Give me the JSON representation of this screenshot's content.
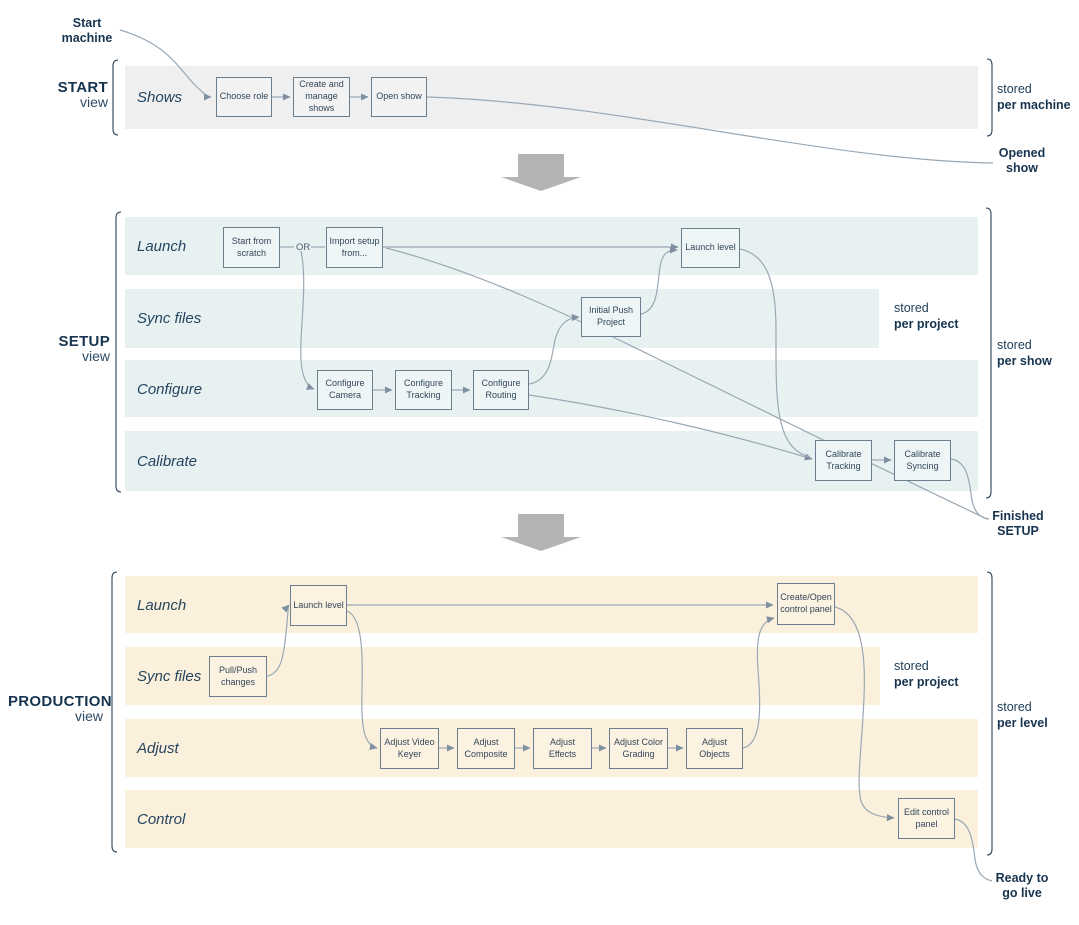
{
  "start_view": {
    "label": "START",
    "view_word": "view",
    "row_shows": "Shows",
    "box_choose_role": "Choose role",
    "box_create_manage": "Create and manage shows",
    "box_open_show": "Open show",
    "stored_machine_prefix": "stored",
    "stored_machine_value": "per machine",
    "label_start_machine": "Start machine",
    "label_opened_show": "Opened show"
  },
  "setup_view": {
    "label": "SETUP",
    "view_word": "view",
    "rows": {
      "launch": "Launch",
      "sync": "Sync files",
      "configure": "Configure",
      "calibrate": "Calibrate"
    },
    "boxes": {
      "start_scratch": "Start from scratch",
      "import_setup": "Import setup from...",
      "launch_level": "Launch level",
      "initial_push": "Initial Push Project",
      "configure_camera": "Configure Camera",
      "configure_tracking": "Configure Tracking",
      "configure_routing": "Configure Routing",
      "calibrate_tracking": "Calibrate Tracking",
      "calibrate_syncing": "Calibrate Syncing"
    },
    "or_label": "OR",
    "stored_project_prefix": "stored",
    "stored_project_value": "per project",
    "stored_show_prefix": "stored",
    "stored_show_value": "per show",
    "label_finished": "Finished SETUP"
  },
  "production_view": {
    "label": "PRODUCTION",
    "view_word": "view",
    "rows": {
      "launch": "Launch",
      "sync": "Sync files",
      "adjust": "Adjust",
      "control": "Control"
    },
    "boxes": {
      "launch_level": "Launch level",
      "pull_push": "Pull/Push changes",
      "adjust_video_keyer": "Adjust Video Keyer",
      "adjust_composite": "Adjust Composite",
      "adjust_effects": "Adjust Effects",
      "adjust_color_grading": "Adjust Color Grading",
      "adjust_objects": "Adjust Objects",
      "create_open_panel": "Create/Open control panel",
      "edit_panel": "Edit control panel"
    },
    "stored_project_prefix": "stored",
    "stored_project_value": "per project",
    "stored_level_prefix": "stored",
    "stored_level_value": "per level",
    "label_ready": "Ready to go live"
  },
  "colors": {
    "start_band": "#efefef",
    "setup_band": "#e8f1f2",
    "production_band": "#faf0dc",
    "box_border": "#6b7e8e",
    "connector_line": "#9aa8b4",
    "text_dark": "#17344f",
    "section_arrow_gray": "#b4b4b4"
  }
}
